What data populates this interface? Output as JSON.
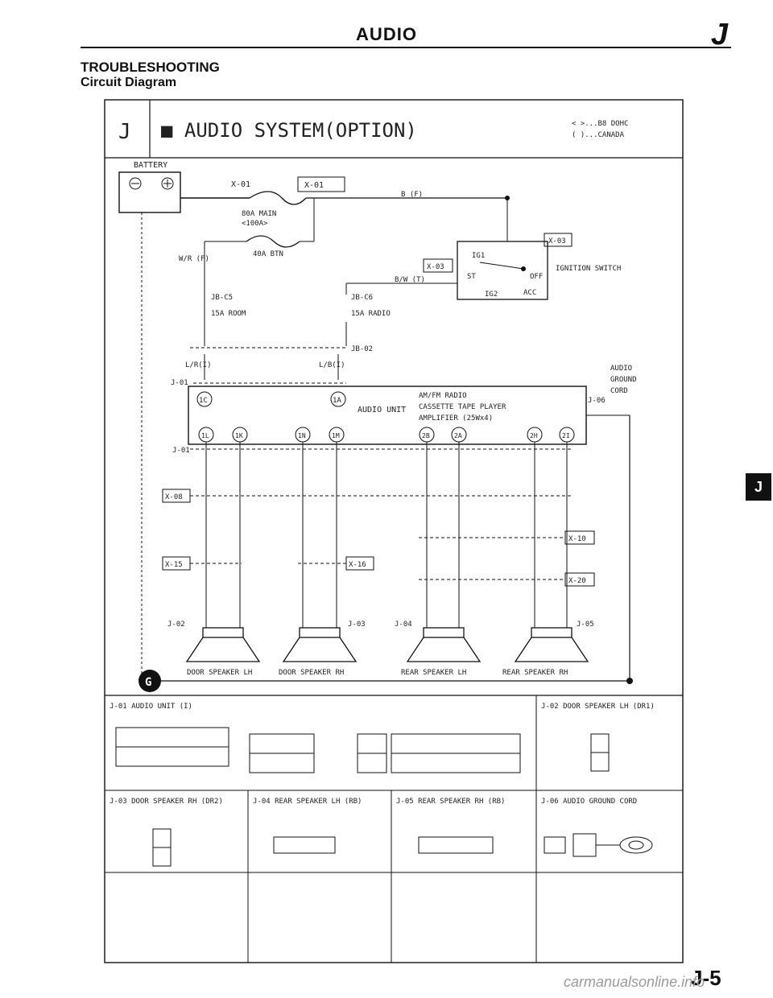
{
  "header": {
    "title": "AUDIO",
    "section_letter": "J"
  },
  "section": {
    "title": "TROUBLESHOOTING",
    "subtitle": "Circuit Diagram"
  },
  "diagram": {
    "tag": "J",
    "title": "■ AUDIO SYSTEM(OPTION)",
    "legend": [
      "< >...B8 DOHC",
      "( )...CANADA"
    ],
    "battery": "BATTERY",
    "fuses": {
      "main_left": "X-01",
      "main_right": "X-01",
      "main_80a": "80A MAIN",
      "main_100a": "<100A>",
      "btn_40a": "40A BTN",
      "room": "15A\nROOM",
      "radio": "15A\nRADIO"
    },
    "connectors": {
      "jb_c5": "JB-C5",
      "jb_c6": "JB-C6",
      "jb_02": "JB-02",
      "x03": "X-03",
      "x03b": "X-03",
      "j01": "J-01",
      "j01b": "J-01",
      "x08": "X-08",
      "x15": "X-15",
      "x16": "X-16",
      "x10": "X-10",
      "x20": "X-20",
      "j02": "J-02",
      "j03": "J-03",
      "j04": "J-04",
      "j05": "J-05",
      "j06": "J-06"
    },
    "ignition": "IGNITION\nSWITCH",
    "audio_unit": "AUDIO UNIT",
    "audio_unit_desc": [
      "AM/FM RADIO",
      "CASSETTE TAPE PLAYER",
      "AMPLIFIER (25Wx4)"
    ],
    "ground_label": [
      "AUDIO",
      "GROUND",
      "CORD"
    ],
    "speakers": [
      "DOOR SPEAKER LH",
      "DOOR SPEAKER RH",
      "REAR SPEAKER LH",
      "REAR SPEAKER RH"
    ],
    "wires": {
      "wr": "W/R\n(F)",
      "b": "B\n(F)",
      "bw": "B/W\n(T)",
      "lr": "L/R(I)",
      "lb": "L/B(I)"
    }
  },
  "connector_table": {
    "j01_title": "J-01 AUDIO UNIT (I)",
    "j02_title": "J-02 DOOR SPEAKER LH\n(DR1)",
    "j03_title": "J-03 DOOR SPEAKER RH\n(DR2)",
    "j04_title": "J-04 REAR SPEAKER LH\n(RB)",
    "j05_title": "J-05 REAR SPEAKER RH\n(RB)",
    "j06_title": "J-06 AUDIO GROUND CORD"
  },
  "page_number": "J-5",
  "watermark": "carmanualsonline.info"
}
